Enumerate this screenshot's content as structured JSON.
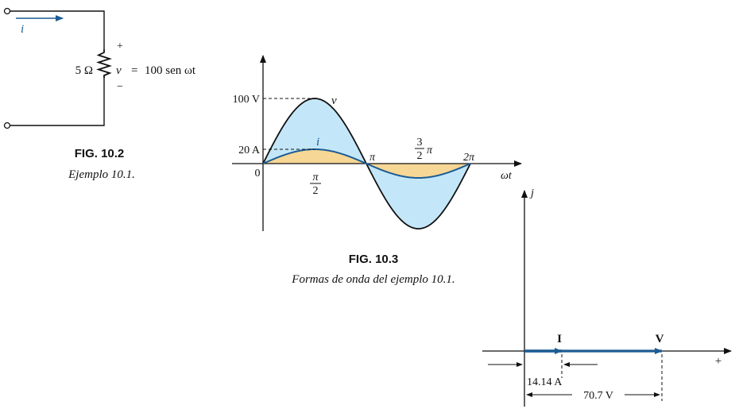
{
  "fig_10_2": {
    "current_label": "i",
    "resistor_label": "5 Ω",
    "plus_sign": "+",
    "minus_sign": "−",
    "voltage_var": "v",
    "equals": "=",
    "voltage_expr": "100 sen ωt",
    "fig_number": "FIG. 10.2",
    "caption": "Ejemplo 10.1."
  },
  "fig_10_3": {
    "fig_number": "FIG. 10.3",
    "caption": "Formas de onda del ejemplo 10.1.",
    "v_peak_label": "100 V",
    "i_peak_label": "20 A",
    "v_curve_label": "v",
    "i_curve_label": "i",
    "origin_label": "0",
    "pi_half_num": "π",
    "pi_half_den": "2",
    "pi_label": "π",
    "three_half_num": "3",
    "three_half_den": "2",
    "three_half_pi": "π",
    "two_pi_label": "2π",
    "x_axis_label": "ωt",
    "colors": {
      "v_fill": "#c3e7f8",
      "i_fill": "#f7d795",
      "curve": "#1c5c94"
    }
  },
  "phasor": {
    "j_label": "j",
    "plus_label": "+",
    "current_label": "I",
    "voltage_label": "V",
    "current_mag": "14.14 A",
    "voltage_mag": "70.7 V",
    "colors": {
      "arrow": "#1c5c94"
    }
  }
}
